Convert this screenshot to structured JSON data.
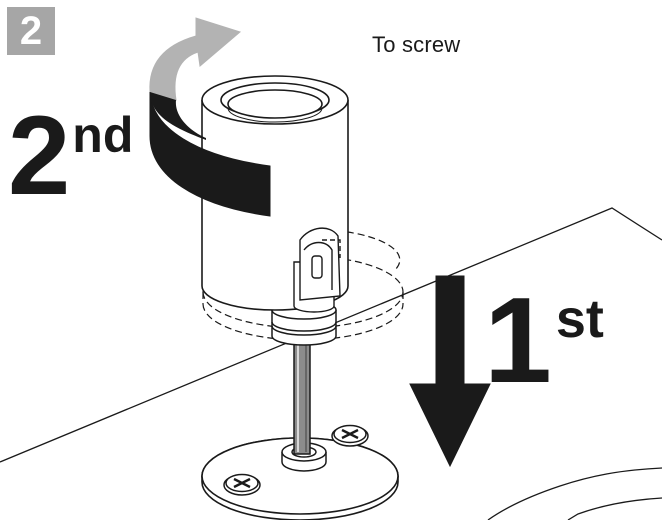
{
  "step": {
    "number": "2",
    "badge_color": "#a6a6a6"
  },
  "caption": "To screw",
  "steps": [
    {
      "number": "2",
      "suffix": "nd",
      "direction": "rotate"
    },
    {
      "number": "1",
      "suffix": "st",
      "direction": "down"
    }
  ],
  "colors": {
    "line": "#1a1a1a",
    "arrow_rotate_light": "#b3b3b3",
    "arrow_rotate_dark": "#1a1a1a",
    "arrow_down": "#1a1a1a"
  }
}
